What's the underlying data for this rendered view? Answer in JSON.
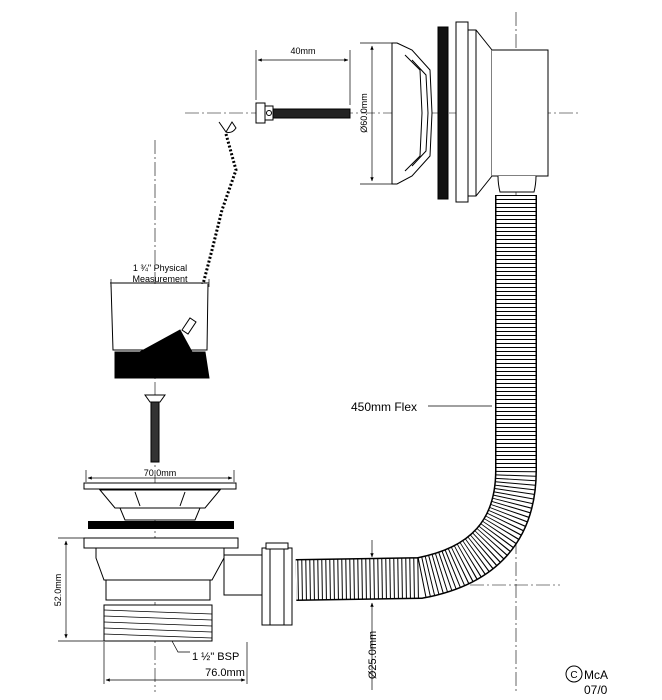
{
  "dimensions": {
    "screw_length": "40mm",
    "overflow_diameter": "Ø60.0mm",
    "plug_measurement_line1": "1 ¾\" Physical",
    "plug_measurement_line2": "Measurement",
    "flange_width": "70.0mm",
    "flex_label": "450mm Flex",
    "body_height": "52.0mm",
    "thread_label": "1 ½\" BSP",
    "base_width": "76.0mm",
    "pipe_diameter": "Ø25.0mm"
  },
  "logo": {
    "text": "McA",
    "symbol": "C"
  },
  "drawing_ref": "07/0"
}
